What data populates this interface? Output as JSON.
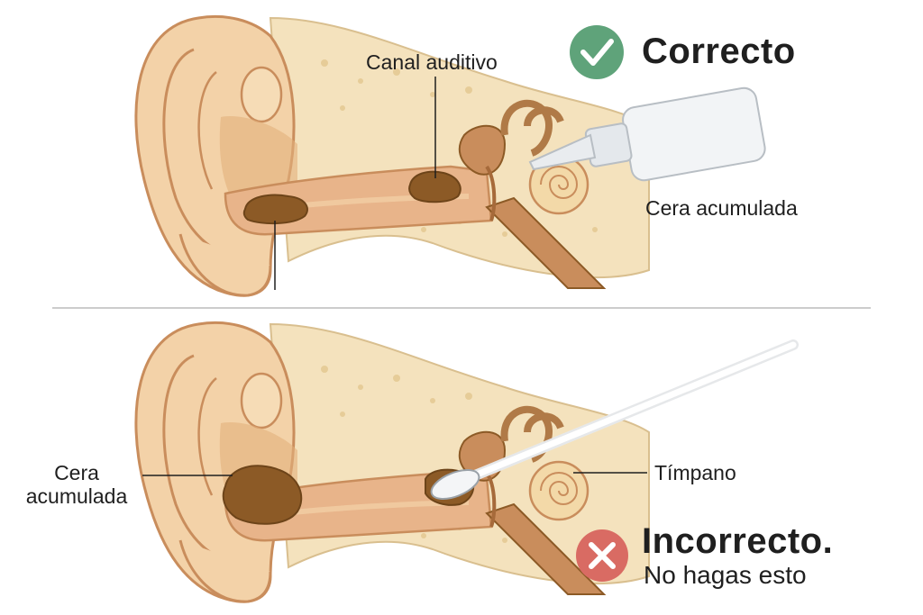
{
  "top_panel": {
    "status": "Correcto",
    "status_color": "#5fa37a",
    "label_canal": "Canal auditivo",
    "label_cera": "Cera acumulada",
    "tool_icon": "ear-drops-bottle-icon"
  },
  "bottom_panel": {
    "status": "Incorrecto.",
    "status_sub": "No hagas esto",
    "status_color": "#d96b63",
    "label_cera": "Cera\nacumulada",
    "label_timpano": "Tímpano",
    "tool_icon": "cotton-swab-icon"
  },
  "colors": {
    "skin": "#f3d2a8",
    "skin_dark": "#e3b07c",
    "outline": "#c98d5c",
    "canal": "#e8b48a",
    "bone": "#f4e2bd",
    "wax": "#8c5a26",
    "divider": "#cccccc"
  }
}
